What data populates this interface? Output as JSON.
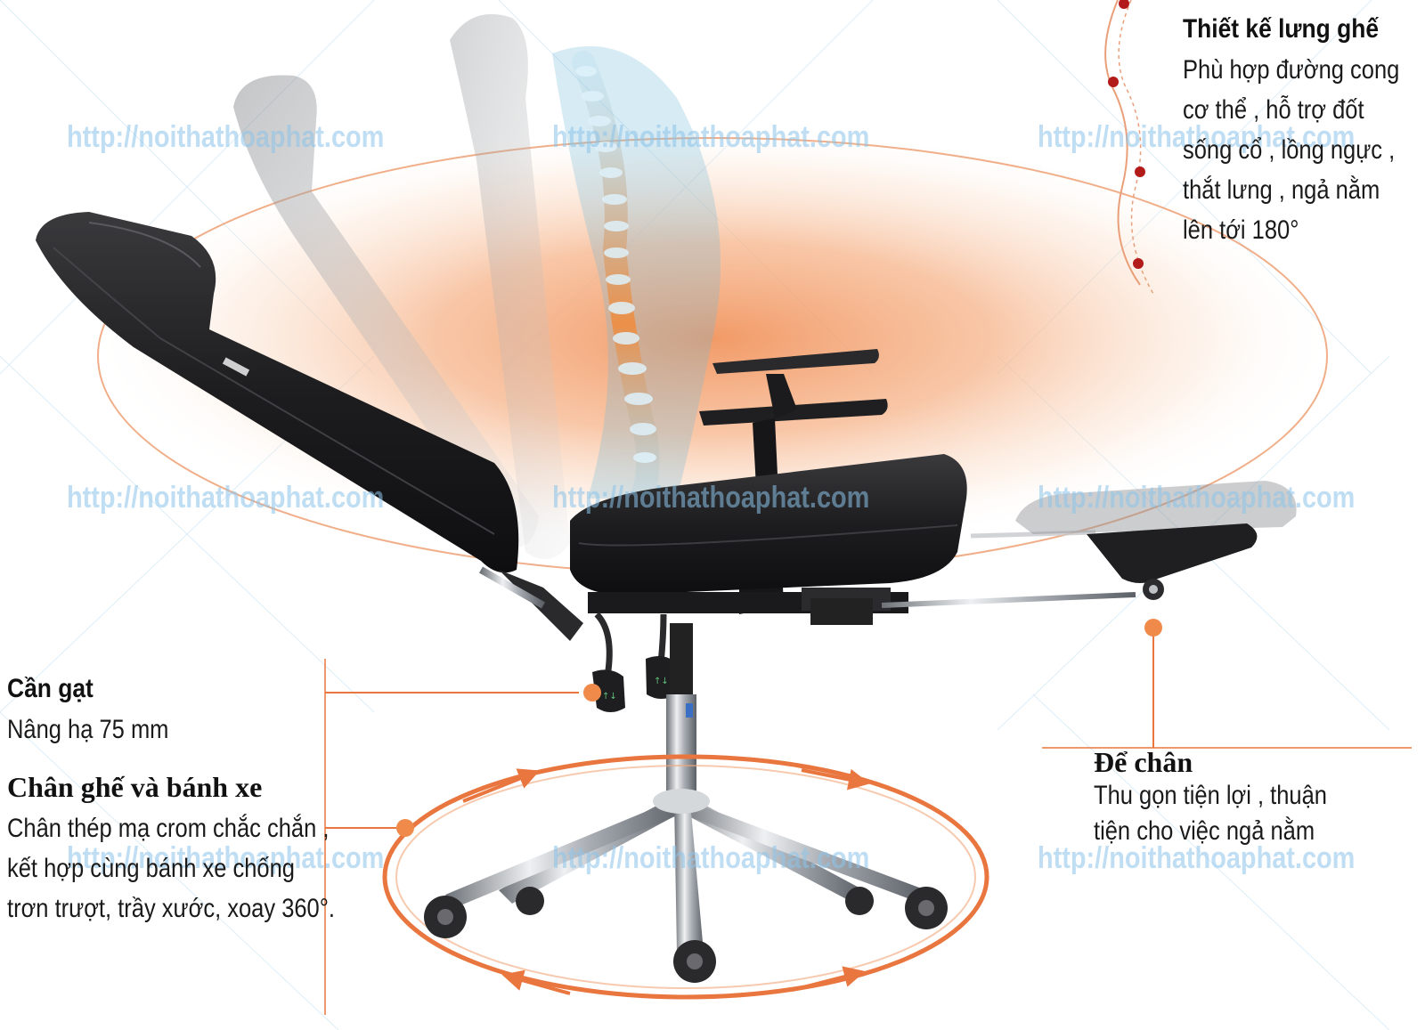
{
  "watermark": "http://noithathoaphat.com",
  "features": {
    "backrest": {
      "title": "Thiết kế lưng ghế",
      "lines": [
        "Phù hợp đường cong",
        "cơ thể , hỗ trợ đốt",
        "sống cổ , lồng ngực ,",
        "thắt lưng , ngả nằm",
        "lên tới 180°"
      ]
    },
    "lever": {
      "title": "Cần gạt",
      "lines": [
        "Nâng hạ 75 mm"
      ]
    },
    "base": {
      "title": "Chân ghế và bánh xe",
      "lines": [
        "Chân thép mạ crom chắc chắn ,",
        "kết hợp cùng bánh xe chống",
        "trơn trượt, trầy xước, xoay 360°."
      ]
    },
    "footrest": {
      "title": "Để chân",
      "lines": [
        "Thu gọn tiện lợi , thuận",
        "tiện cho việc ngả nằm"
      ]
    }
  },
  "colors": {
    "accent": "#e9763f",
    "glow": "#f4b48a",
    "leather": "#1c1c1e",
    "chrome": "#b9bdc2",
    "watermark": "#8cc4ea",
    "dot_red": "#b31a1a"
  },
  "icons": {
    "chair": "reclining-office-chair-illustration",
    "spine": "spine-x-ray-illustration",
    "rotation": "rotation-arrows-icon",
    "spine_curve": "spine-curve-dots-icon"
  }
}
